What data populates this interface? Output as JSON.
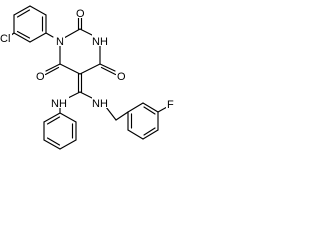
{
  "molecule": {
    "atom_labels": {
      "chlorine": "Cl",
      "ring_nitrogen": "N",
      "ring_nh": "NH",
      "carbonyl_oxygen_top": "O",
      "carbonyl_oxygen_left": "O",
      "carbonyl_oxygen_right": "O",
      "aniline_nh": "NH",
      "benzyl_nh": "NH",
      "fluorine": "F"
    },
    "colors": {
      "bond": "#000000",
      "label": "#000000",
      "background": "#ffffff"
    }
  }
}
